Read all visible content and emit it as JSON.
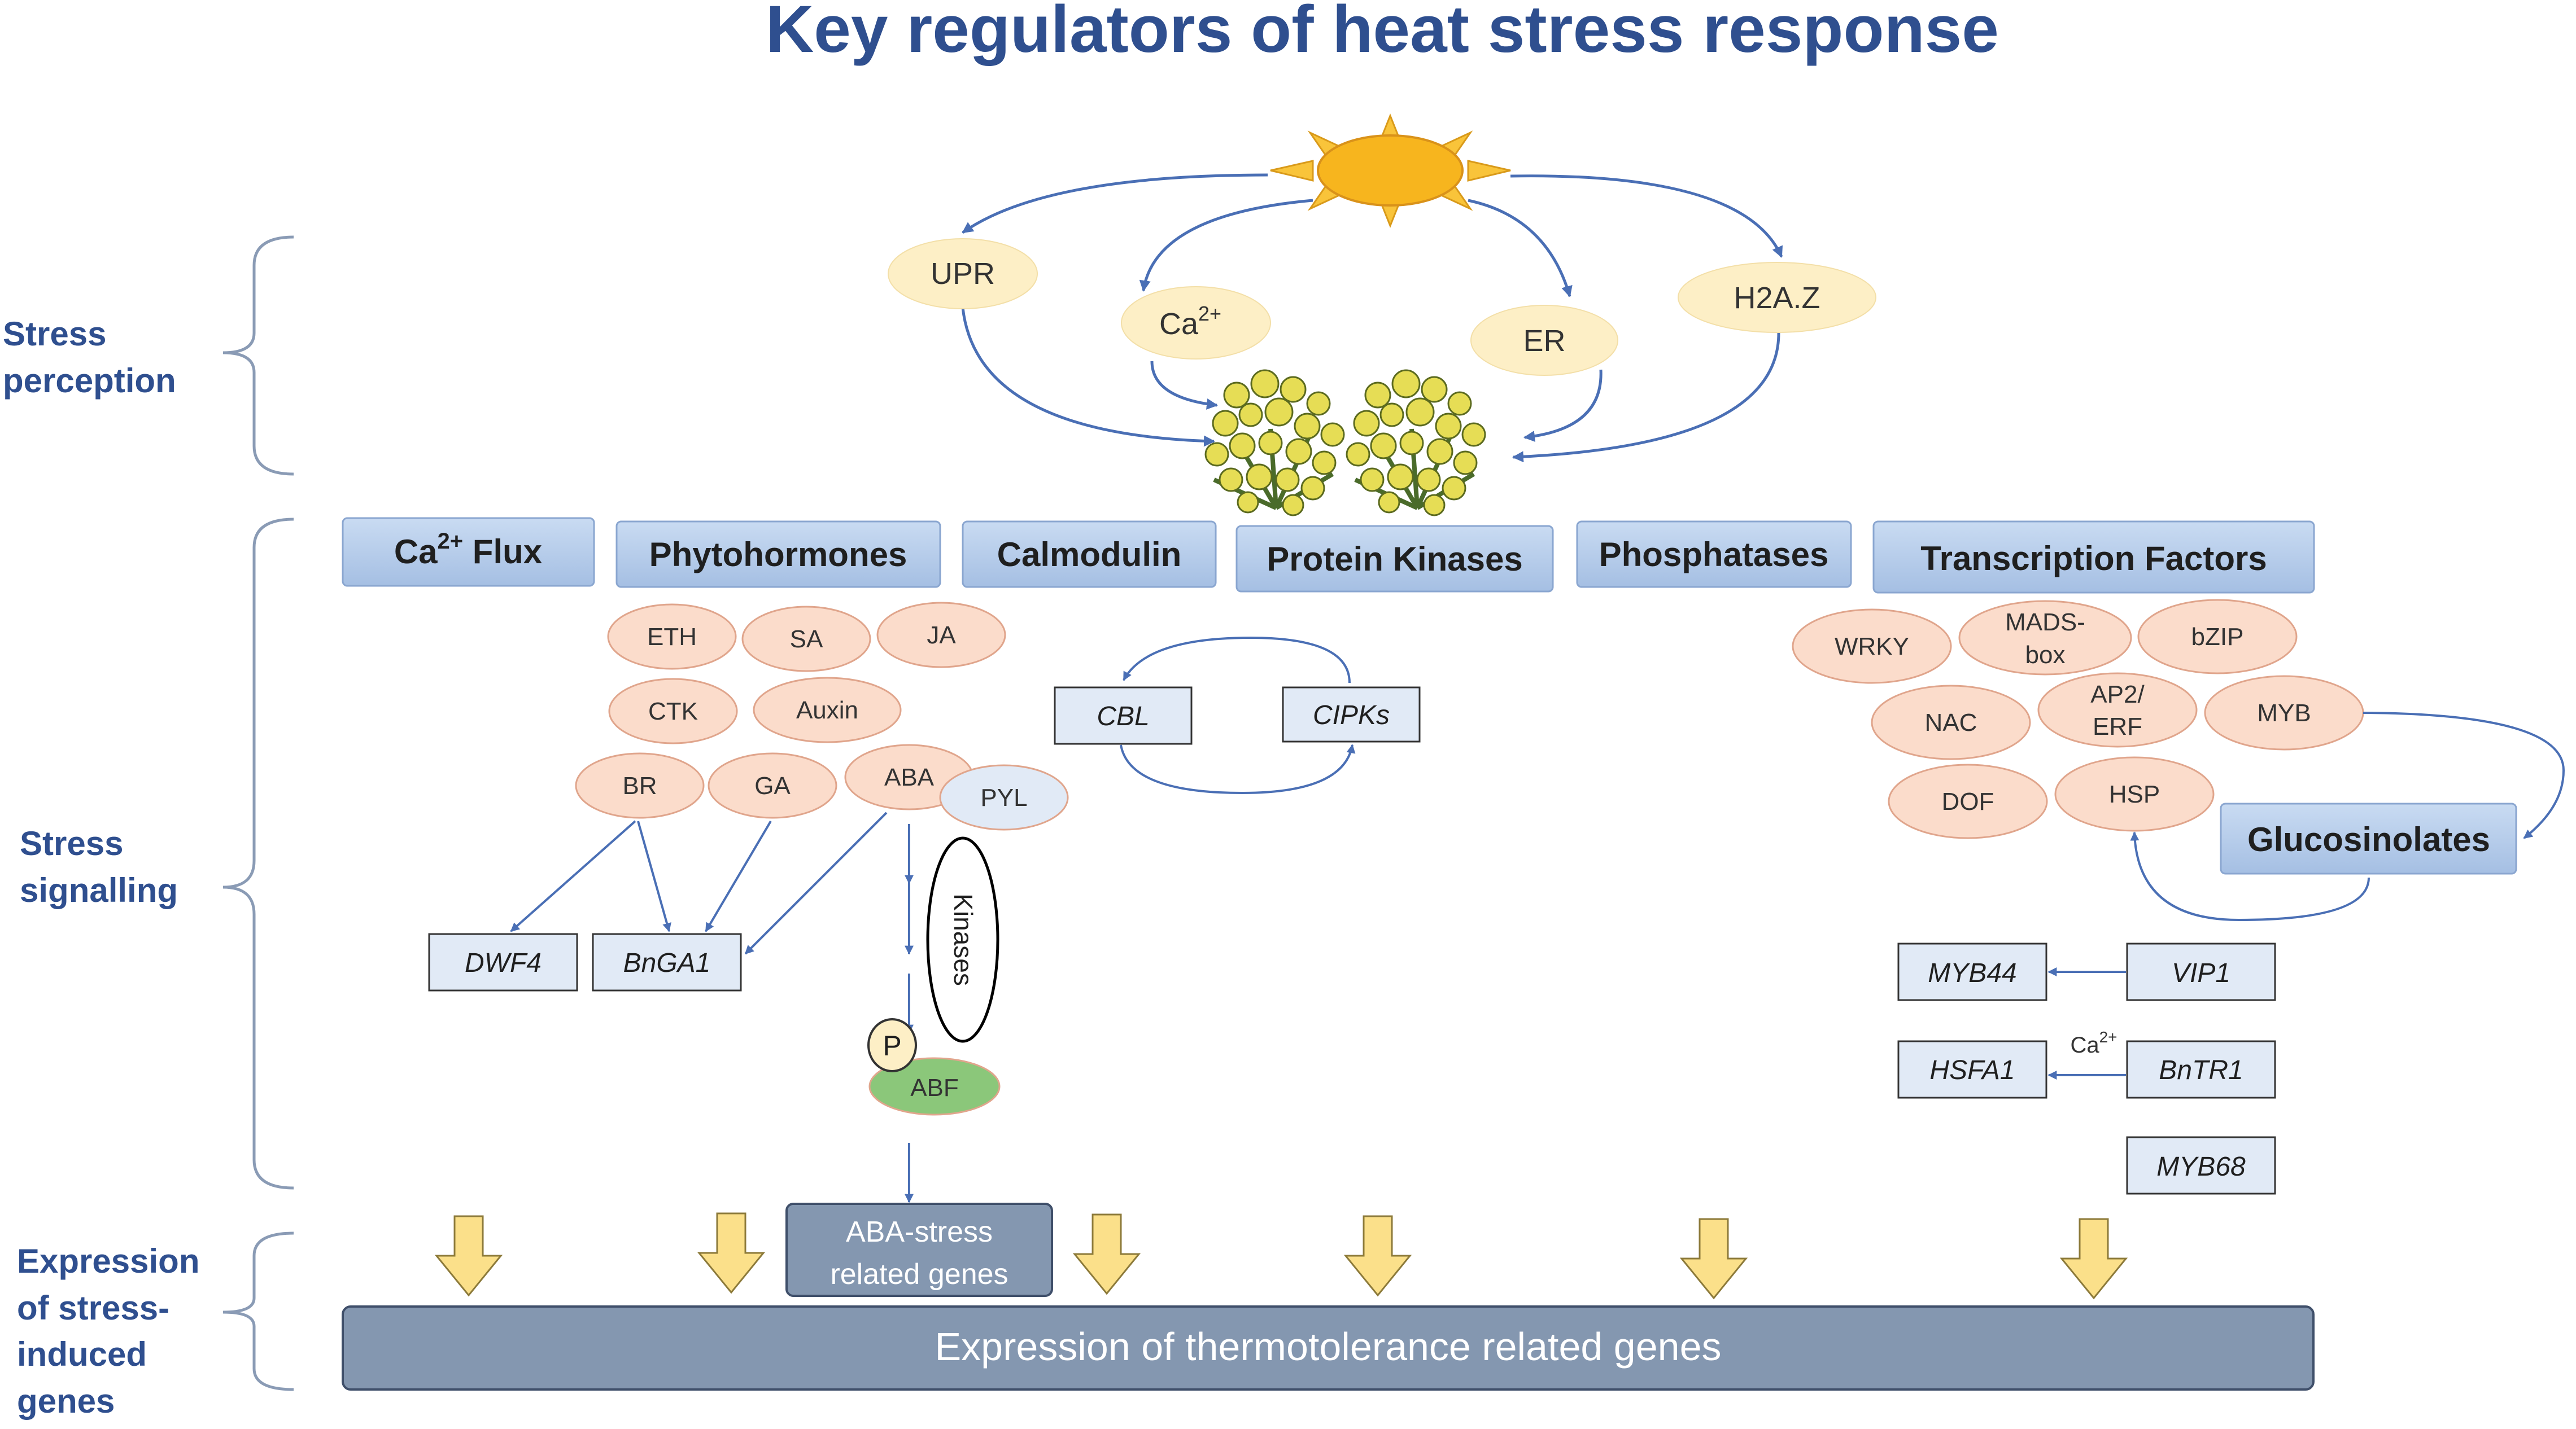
{
  "title": "Key regulators of heat stress response",
  "sections": {
    "perception": [
      "Stress",
      "perception"
    ],
    "signalling": [
      "Stress",
      "signalling"
    ],
    "expression": [
      "Expression",
      "of stress-",
      "induced",
      "genes"
    ]
  },
  "perception_signals": {
    "upr": "UPR",
    "ca": "Ca",
    "ca_sup": "2+",
    "er": "ER",
    "h2az": "H2A.Z"
  },
  "categories": {
    "ca_flux": "Ca",
    "ca_flux_sup": "2+",
    "ca_flux_rest": " Flux",
    "phytohormones": "Phytohormones",
    "calmodulin": "Calmodulin",
    "protein_kinases": "Protein Kinases",
    "phosphatases": "Phosphatases",
    "transcription_factors": "Transcription Factors"
  },
  "hormones": {
    "eth": "ETH",
    "sa": "SA",
    "ja": "JA",
    "ctk": "CTK",
    "auxin": "Auxin",
    "br": "BR",
    "ga": "GA",
    "aba": "ABA",
    "pyl": "PYL"
  },
  "genes": {
    "dwf4": "DWF4",
    "bnga1": "BnGA1",
    "cbl": "CBL",
    "cipks": "CIPKs",
    "myb44": "MYB44",
    "vip1": "VIP1",
    "hsfa1": "HSFA1",
    "bntr1": "BnTR1",
    "myb68": "MYB68"
  },
  "aba_pathway": {
    "kinases": "Kinases",
    "p": "P",
    "abf": "ABF",
    "aba_genes": [
      "ABA-stress",
      "related genes"
    ]
  },
  "transcription_factors": {
    "wrky": "WRKY",
    "mads": [
      "MADS-",
      "box"
    ],
    "bzip": "bZIP",
    "nac": "NAC",
    "ap2": [
      "AP2/",
      "ERF"
    ],
    "myb": "MYB",
    "dof": "DOF",
    "hsp": "HSP"
  },
  "glucosinolates": "Glucosinolates",
  "bntr1_ca": "Ca",
  "bntr1_ca_sup": "2+",
  "expression_bar": "Expression of thermotolerance related genes",
  "colors": {
    "title": "#2f4f8f",
    "arrow": "#4a6fb5",
    "box_fill": "#b4cbea",
    "box_stroke": "#8aa6d0",
    "cream": "#fdefc6",
    "salmon": "#fbdccb",
    "salmon_stroke": "#e0a58c",
    "gene_fill": "#e1eaf6",
    "abf": "#8bc77a",
    "bar": "#8497b0",
    "block_arrow": "#fbe08a"
  }
}
